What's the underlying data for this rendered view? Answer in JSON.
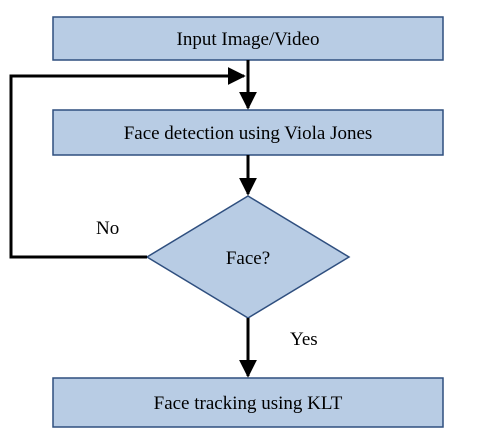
{
  "diagram": {
    "nodes": {
      "input": {
        "label": "Input Image/Video",
        "shape": "process"
      },
      "detection": {
        "label": "Face detection using Viola Jones",
        "shape": "process"
      },
      "decision": {
        "label": "Face?",
        "shape": "decision"
      },
      "tracking": {
        "label": "Face tracking using KLT",
        "shape": "process"
      }
    },
    "edges": {
      "no_label": "No",
      "yes_label": "Yes"
    },
    "colors": {
      "fill": "#b8cce4",
      "stroke": "#2f4f7f",
      "arrow": "#000000"
    }
  }
}
